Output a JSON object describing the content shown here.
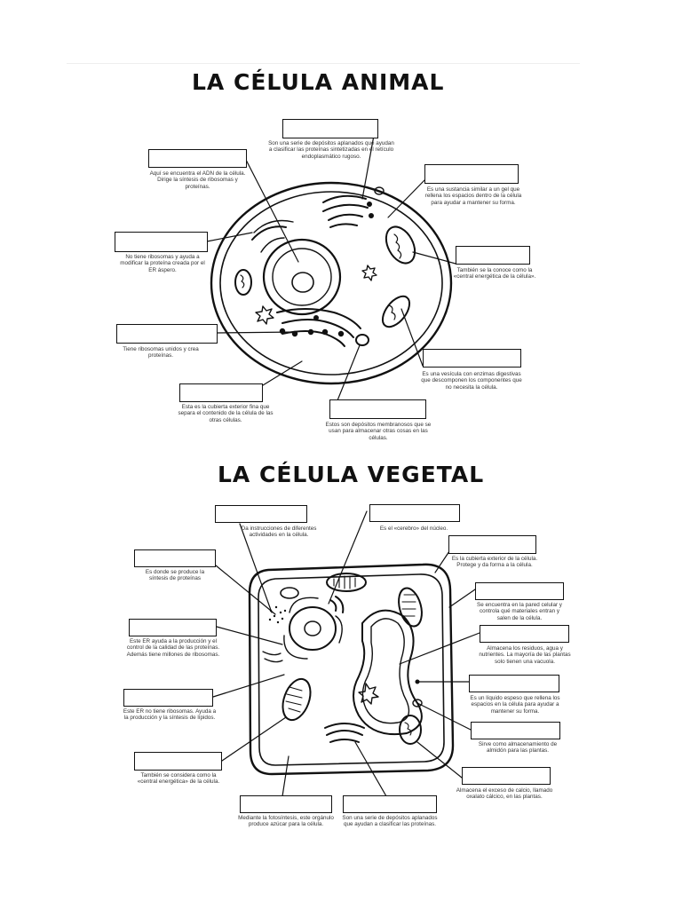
{
  "animal": {
    "title": "LA CÉLULA ANIMAL",
    "captions": {
      "golgi": "Son una serie de depósitos aplanados que ayudan a clasificar las proteínas sintetizadas en el retículo endoplasmático rugoso.",
      "nucleus": "Aquí se encuentra el ADN de la célula. Dirige la síntesis de ribosomas y proteínas.",
      "cytoplasm": "Es una sustancia similar a un gel que rellena los espacios dentro de la célula para ayudar a mantener su forma.",
      "smooth_er": "No tiene ribosomas y ayuda a modificar la proteína creada por el ER áspero.",
      "mitochondria": "También se la conoce como la «central energética de la célula».",
      "rough_er": "Tiene ribosomas unidos y crea proteínas.",
      "lysosome": "Es una vesícula con enzimas digestivas que descomponen los componentes que no necesita la célula.",
      "membrane": "Esta es la cubierta exterior fina que separa el contenido de la célula de las otras células.",
      "vacuole": "Estos son depósitos membranosos que se usan para almacenar otras cosas en las células."
    }
  },
  "plant": {
    "title": "LA CÉLULA VEGETAL",
    "captions": {
      "nucleolus": "Da instrucciones de diferentes actividades en la célula.",
      "nucleus": "Es el «cerebro» del núcleo.",
      "cell_wall": "Es la cubierta exterior de la célula. Protege y da forma a la célula.",
      "ribosomes": "Es donde se produce la síntesis de proteínas",
      "cell_membrane": "Se encuentra en la pared celular y controla qué materiales entran y salen de la célula.",
      "rough_er": "Este ER ayuda a la producción y el control de la calidad de las proteínas. Además tiene millones de ribosomas.",
      "vacuole": "Almacena los residuos, agua y nutrientes. La mayoría de las plantas solo tienen una vacuola.",
      "cytoplasm": "Es un líquido espeso que rellena los espacios en la célula para ayudar a mantener su forma.",
      "smooth_er": "Este ER no tiene ribosomas. Ayuda a la producción y la síntesis de lípidos.",
      "amyloplast": "Sirve como almacenamiento de almidón para las plantas.",
      "mitochondria": "También se considera como la «central energética» de la célula.",
      "crystal": "Almacena el exceso de calcio, llamado oxalato cálcico, en las plantas.",
      "chloroplast": "Mediante la fotosíntesis, este orgánulo produce azúcar para la célula.",
      "golgi": "Son una serie de depósitos aplanados que ayudan a clasificar las proteínas."
    }
  }
}
